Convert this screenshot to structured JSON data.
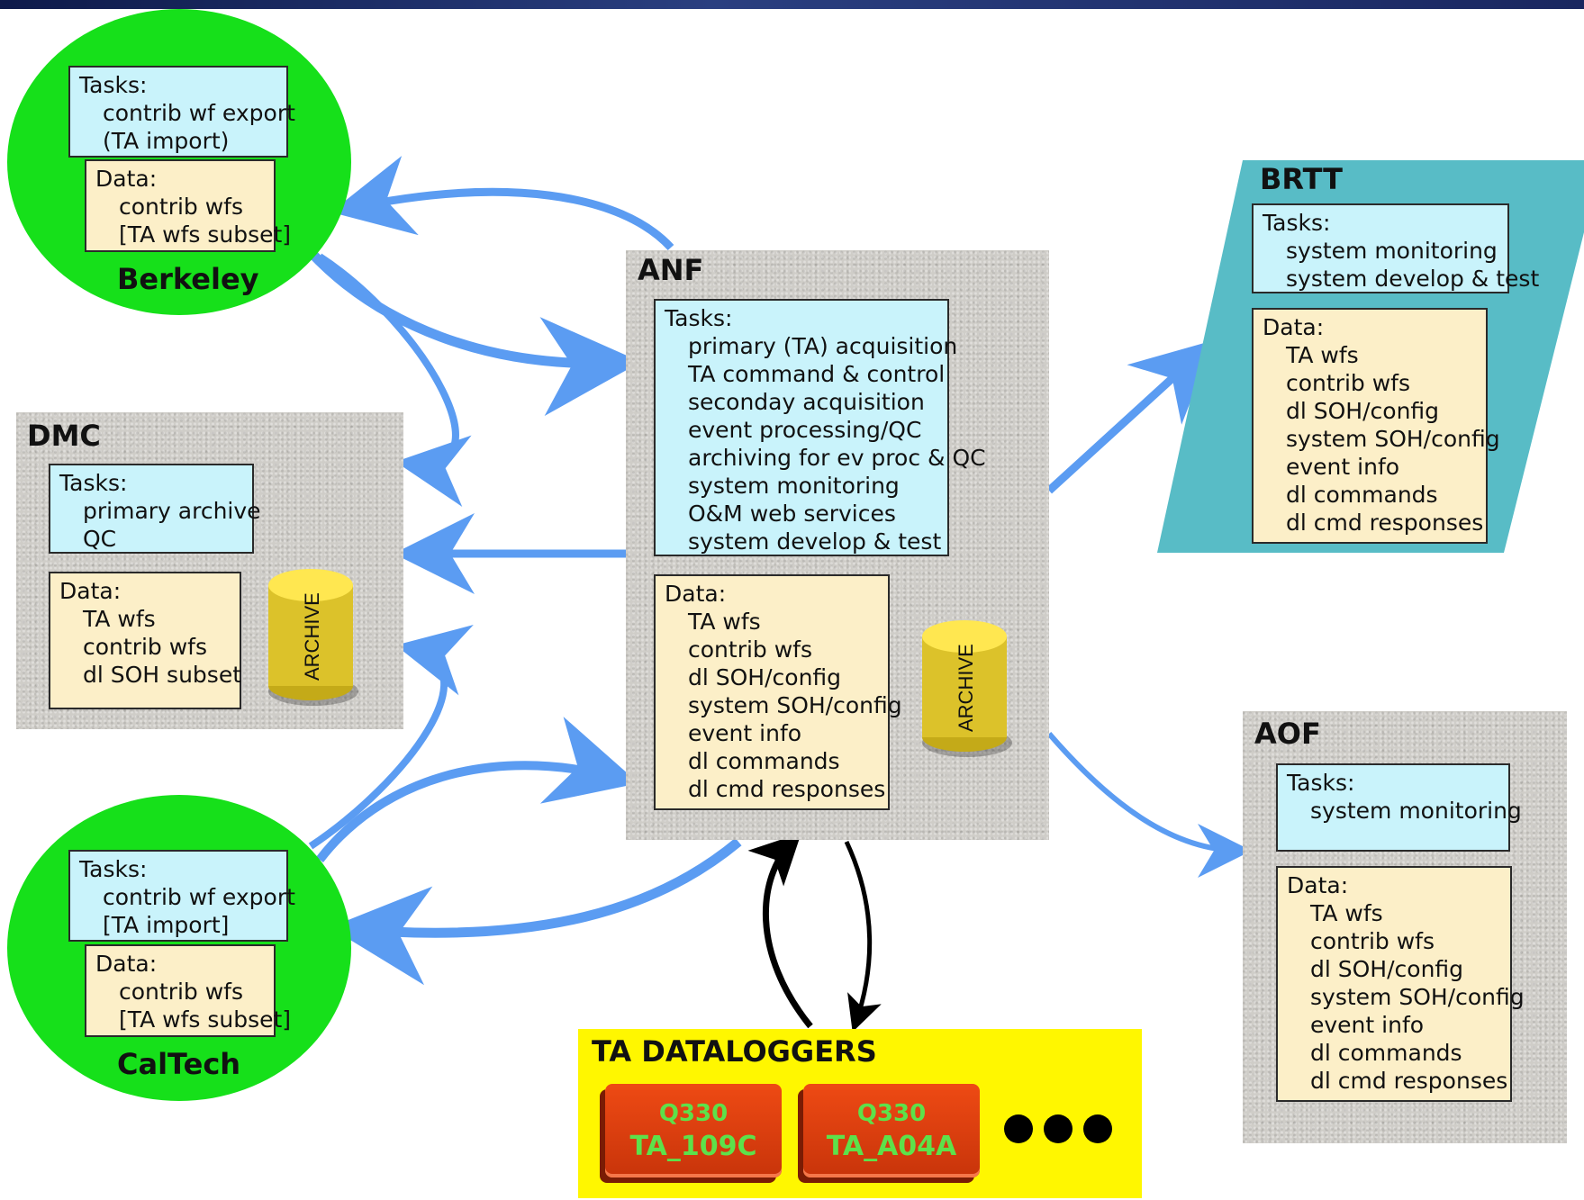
{
  "colors": {
    "arrow": "#5b9cf2",
    "site_circle": "#16e01a",
    "tasks_box": "#c9f3fb",
    "data_box": "#fcefc8",
    "granite": "#cfcdc8",
    "brtt_panel": "#58bcc6",
    "dataloggers_bg": "#fff700",
    "q330_unit": "#d83c0e",
    "q330_text": "#5de14a"
  },
  "icons": [
    "archive-cylinder-icon",
    "q330-datalogger-icon",
    "ellipsis-icon"
  ],
  "berkeley": {
    "name": "Berkeley",
    "tasks_label": "Tasks:",
    "tasks": [
      "contrib wf export",
      "(TA import)"
    ],
    "data_label": "Data:",
    "data": [
      "contrib wfs",
      "[TA wfs subset]"
    ]
  },
  "caltech": {
    "name": "CalTech",
    "tasks_label": "Tasks:",
    "tasks": [
      "contrib wf export",
      "[TA import]"
    ],
    "data_label": "Data:",
    "data": [
      "contrib wfs",
      "[TA wfs subset]"
    ]
  },
  "dmc": {
    "name": "DMC",
    "tasks_label": "Tasks:",
    "tasks": [
      "primary archive",
      "QC"
    ],
    "data_label": "Data:",
    "data": [
      "TA wfs",
      "contrib wfs",
      "dl SOH subset"
    ],
    "archive_label": "ARCHIVE"
  },
  "anf": {
    "name": "ANF",
    "tasks_label": "Tasks:",
    "tasks": [
      "primary (TA) acquisition",
      "TA command & control",
      "seconday acquisition",
      "event processing/QC",
      "archiving for ev proc & QC",
      "system monitoring",
      "O&M web services",
      "system develop & test"
    ],
    "data_label": "Data:",
    "data": [
      "TA wfs",
      "contrib wfs",
      "dl SOH/config",
      "system SOH/config",
      "event info",
      "dl commands",
      "dl cmd responses"
    ],
    "archive_label": "ARCHIVE"
  },
  "brtt": {
    "name": "BRTT",
    "tasks_label": "Tasks:",
    "tasks": [
      "system monitoring",
      "system develop & test"
    ],
    "data_label": "Data:",
    "data": [
      "TA wfs",
      "contrib wfs",
      "dl SOH/config",
      "system SOH/config",
      "event info",
      "dl commands",
      "dl cmd responses"
    ]
  },
  "aof": {
    "name": "AOF",
    "tasks_label": "Tasks:",
    "tasks": [
      "system monitoring"
    ],
    "data_label": "Data:",
    "data": [
      "TA wfs",
      "contrib wfs",
      "dl SOH/config",
      "system SOH/config",
      "event info",
      "dl commands",
      "dl cmd responses"
    ]
  },
  "dataloggers": {
    "title": "TA DATALOGGERS",
    "units": [
      {
        "model": "Q330",
        "station": "TA_109C"
      },
      {
        "model": "Q330",
        "station": "TA_A04A"
      }
    ]
  }
}
